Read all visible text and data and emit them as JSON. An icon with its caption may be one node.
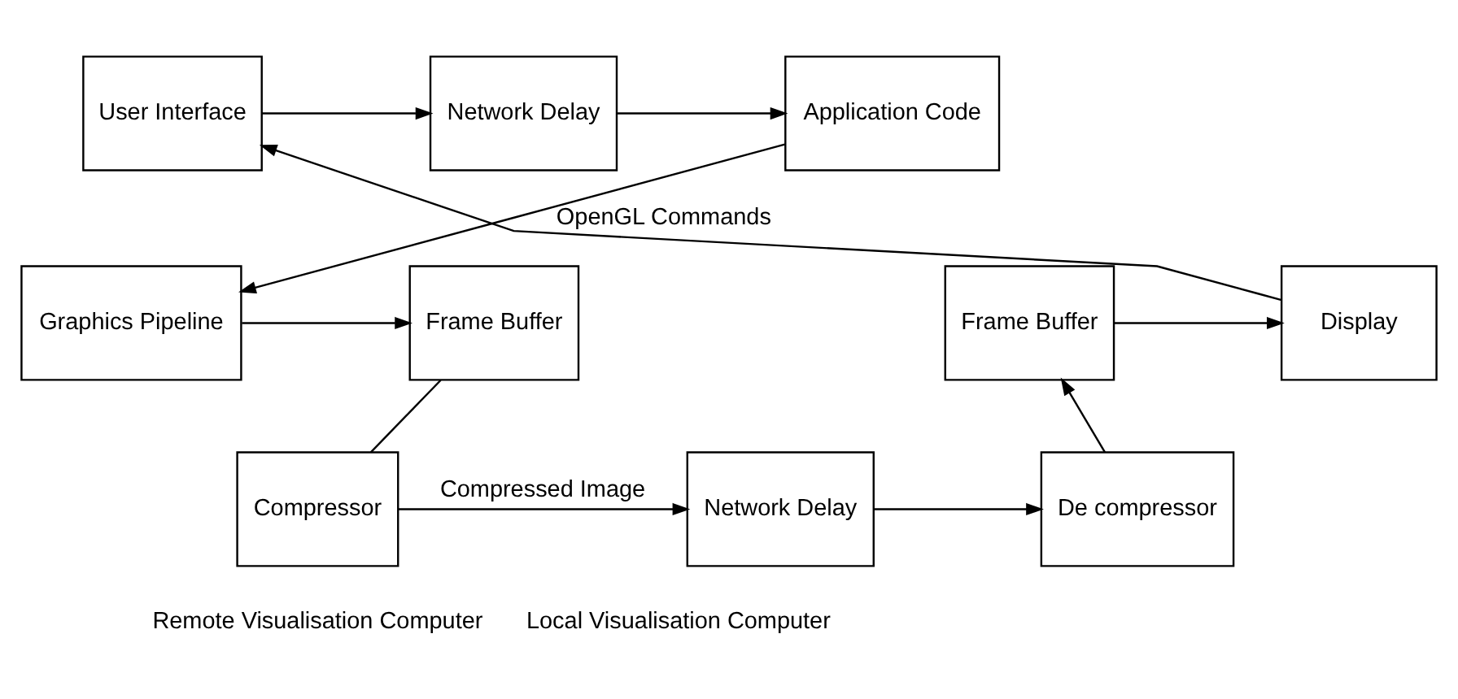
{
  "diagram": {
    "nodes": [
      {
        "text": [
          "Application Code"
        ]
      },
      {
        "text": [
          "Network Delay"
        ]
      },
      {
        "text": [
          "User Interface"
        ]
      },
      {
        "text": [
          "Graphics Pipeline"
        ]
      },
      {
        "text": [
          "Frame Buffer"
        ]
      },
      {
        "text": [
          "Compressor"
        ]
      },
      {
        "text": [
          "Network Delay"
        ]
      },
      {
        "text": [
          "De compressor"
        ]
      },
      {
        "text": [
          "Frame Buffer"
        ]
      },
      {
        "text": [
          "Display"
        ]
      }
    ],
    "edges": [
      {
        "from": 2,
        "to": 1,
        "arrow": "to"
      },
      {
        "from": 1,
        "to": 0,
        "arrow": "to"
      },
      {
        "from": 0,
        "to": 3,
        "arrow": "to",
        "label": "OpenGL Commands"
      },
      {
        "from": 3,
        "to": 4,
        "arrow": "to"
      },
      {
        "from": 4,
        "to": 5,
        "arrow": "none"
      },
      {
        "from": 5,
        "to": 6,
        "arrow": "to",
        "label": "Compressed Image"
      },
      {
        "from": 6,
        "to": 7,
        "arrow": "to"
      },
      {
        "from": 7,
        "to": 8,
        "arrow": "to"
      },
      {
        "from": 8,
        "to": 9,
        "arrow": "to"
      },
      {
        "from": 9,
        "to": 2,
        "arrow": "to"
      }
    ],
    "labels": [
      "Remote Visualisation Computer",
      "Local Visualisation Computer"
    ]
  }
}
